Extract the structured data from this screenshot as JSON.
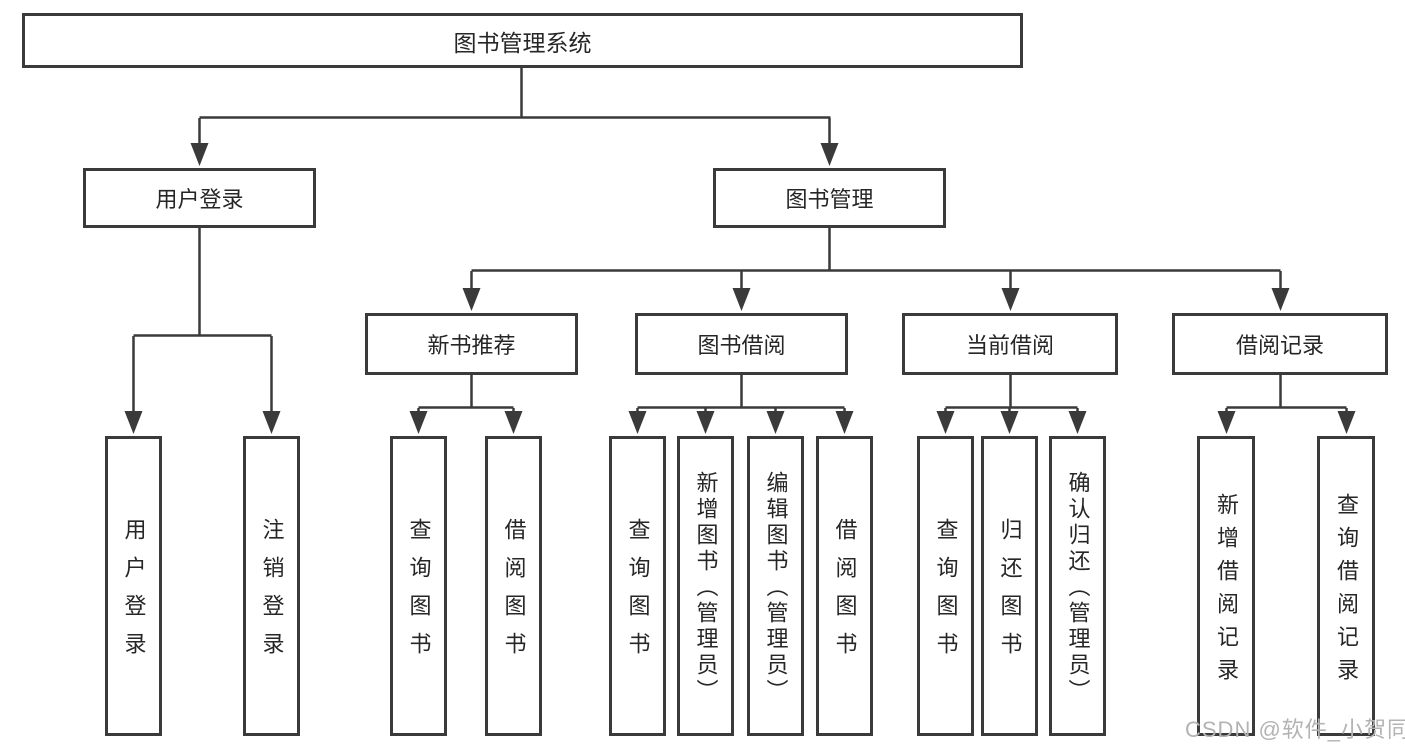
{
  "diagram": {
    "root": "图书管理系统",
    "branches": [
      {
        "label": "用户登录",
        "children": [
          {
            "label": "用户登录"
          },
          {
            "label": "注销登录"
          }
        ]
      },
      {
        "label": "图书管理",
        "children": [
          {
            "label": "新书推荐",
            "children": [
              {
                "label": "查询图书"
              },
              {
                "label": "借阅图书"
              }
            ]
          },
          {
            "label": "图书借阅",
            "children": [
              {
                "label": "查询图书"
              },
              {
                "label": "新增图书（管理员）"
              },
              {
                "label": "编辑图书（管理员）"
              },
              {
                "label": "借阅图书"
              }
            ]
          },
          {
            "label": "当前借阅",
            "children": [
              {
                "label": "查询图书"
              },
              {
                "label": "归还图书"
              },
              {
                "label": "确认归还（管理员）"
              }
            ]
          },
          {
            "label": "借阅记录",
            "children": [
              {
                "label": "新增借阅记录"
              },
              {
                "label": "查询借阅记录"
              }
            ]
          }
        ]
      }
    ]
  },
  "watermark": "CSDN @软件_小贺同学",
  "colors": {
    "line": "#3a3a3a",
    "text": "#262626",
    "watermark": "#b3b3b3",
    "background": "#ffffff"
  }
}
